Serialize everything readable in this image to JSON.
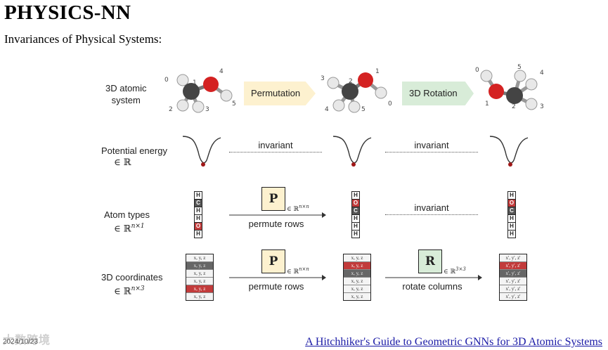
{
  "header": {
    "title": "PHYSICS-NN",
    "subtitle": "Invariances of Physical Systems:"
  },
  "rows": {
    "system": {
      "label_line1": "3D atomic",
      "label_line2": "system"
    },
    "energy": {
      "label": "Potential energy",
      "space": "∈ ℝ"
    },
    "types": {
      "label": "Atom types",
      "space": "∈ ℝ",
      "space_sup": "n×1"
    },
    "coords": {
      "label": "3D coordinates",
      "space": "∈ ℝ",
      "space_sup": "n×3"
    }
  },
  "transforms": {
    "permutation": "Permutation",
    "rotation": "3D Rotation",
    "invariant": "invariant",
    "permute_rows": "permute rows",
    "rotate_columns": "rotate columns",
    "P": "P",
    "R": "R",
    "p_space": "∈ ℝ",
    "p_space_sup": "n×n",
    "r_space": "∈ ℝ",
    "r_space_sup": "3×3"
  },
  "molecule_labels": {
    "m1": [
      "0",
      "1",
      "2",
      "3",
      "4",
      "5"
    ],
    "m2": [
      "3",
      "2",
      "4",
      "5",
      "1",
      "0"
    ],
    "m3": [
      "0",
      "1",
      "2",
      "3",
      "4",
      "5"
    ]
  },
  "atom_stacks": {
    "original": [
      "H",
      "C",
      "H",
      "H",
      "O",
      "H"
    ],
    "permuted": [
      "H",
      "O",
      "C",
      "H",
      "H",
      "H"
    ],
    "rotated": [
      "H",
      "O",
      "C",
      "H",
      "H",
      "H"
    ]
  },
  "coord_stacks": {
    "original": [
      "x, y, z",
      "x, y, z",
      "x, y, z",
      "x, y, z",
      "x, y, z",
      "x, y, z"
    ],
    "permuted": [
      "x, y, z",
      "x, y, z",
      "x, y, z",
      "x, y, z",
      "x, y, z",
      "x, y, z"
    ],
    "rotated": [
      "x', y', z'",
      "x', y', z'",
      "x', y', z'",
      "x', y', z'",
      "x', y', z'",
      "x', y', z'"
    ]
  },
  "footer": {
    "date": "2024/10/23",
    "watermark": "大数跨境",
    "link": "A Hitchhiker's Guide to Geometric GNNs for 3D Atomic Systems"
  },
  "colors": {
    "carbon": "#444444",
    "oxygen": "#d42222",
    "hydrogen": "#e8e8e8",
    "permutation_arrow": "#fdf1cf",
    "rotation_arrow": "#d8ecd8",
    "min_marker": "#a01818"
  }
}
